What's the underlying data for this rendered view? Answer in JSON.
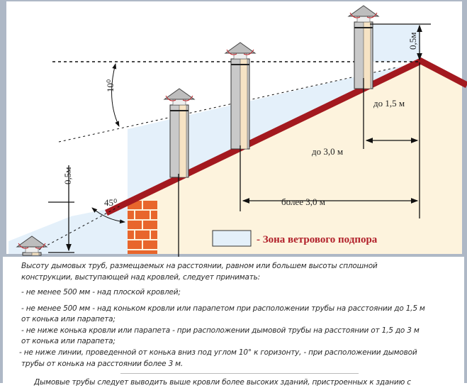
{
  "diagram": {
    "labels": {
      "angle_10": "10⁰",
      "angle_45": "45⁰",
      "height_left": "0,5м",
      "height_right": "0,5м",
      "dist_15": "до 1,5 м",
      "dist_30": "до 3,0 м",
      "dist_more_30": "более 3,0 м"
    },
    "legend": {
      "text": "- Зона ветрового подпора"
    },
    "colors": {
      "roof": "#a3191f",
      "wall": "#fdf3dd",
      "wind_zone": "#e4f0fa",
      "brick": "#e8662c",
      "legend_text": "#b1202a",
      "frame": "#aeb8c6"
    }
  },
  "text": {
    "intro": [
      "Высоту дымовых труб, размещаемых на расстоянии, равном или большем высоты сплошной",
      "конструкции, выступающей над кровлей, следует принимать:"
    ],
    "rules": [
      [
        "- не менее 500 мм - над плоской кровлей;"
      ],
      [
        "- не менее 500 мм - над коньком кровли или парапетом при расположении трубы на расстоянии до 1,5 м",
        "от конька или парапета;"
      ],
      [
        "- не ниже конька кровли или парапета - при расположении дымовой трубы на расстоянии от 1,5 до 3 м",
        "от конька или парапета;"
      ],
      [
        "- не ниже линии, проведенной от конька вниз под углом 10° к горизонту, - при расположении дымовой",
        "трубы от конька на расстоянии более 3 м."
      ]
    ],
    "cutoff_line": "Дымовые трубы следует выводить выше кровли более высоких зданий, пристроенных к зданию с"
  }
}
